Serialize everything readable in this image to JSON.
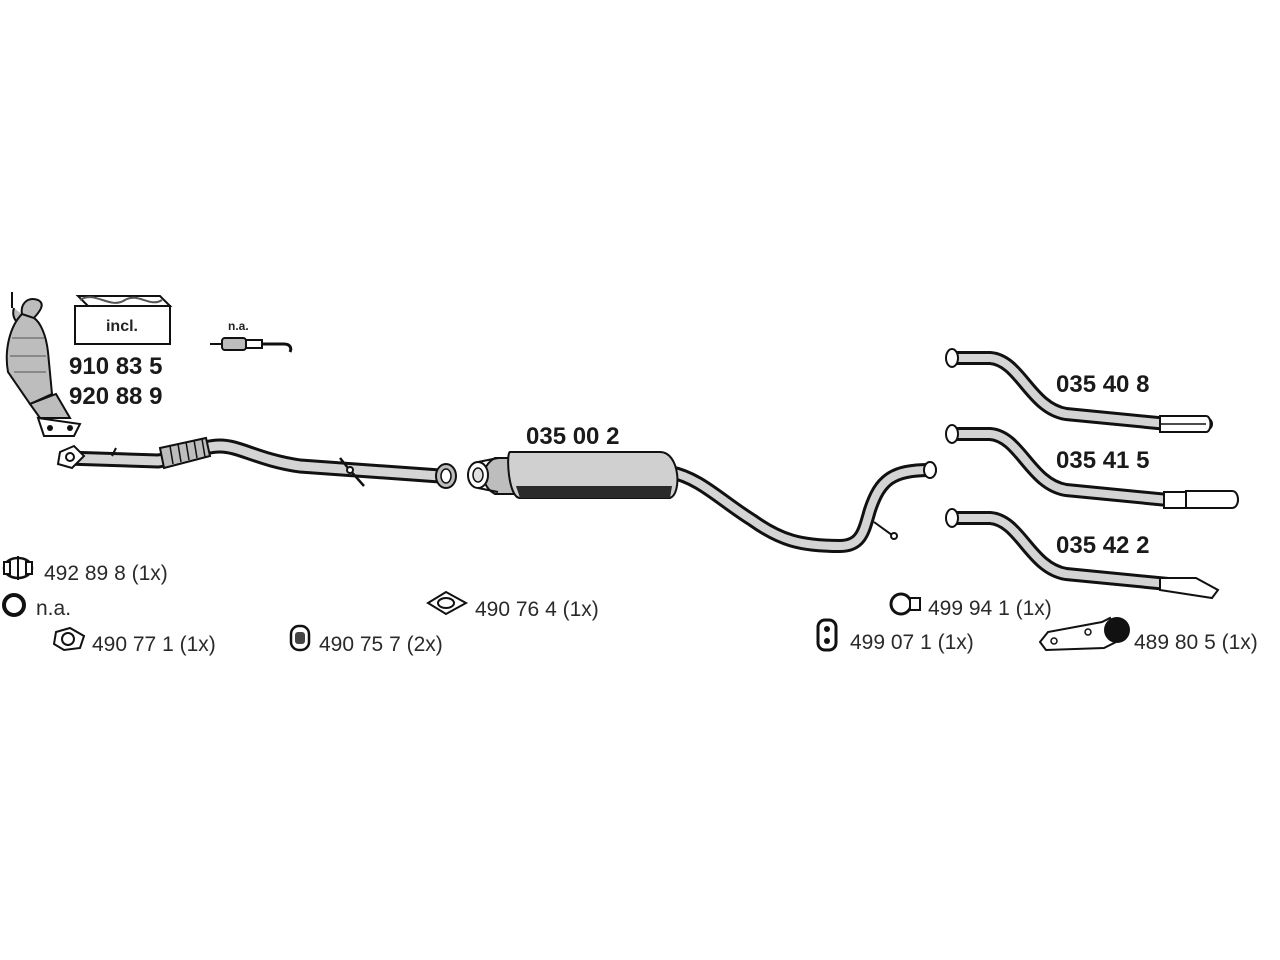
{
  "catalytic_converter": {
    "box_label": "incl.",
    "part_numbers": [
      "910 83 5",
      "920 88 9"
    ]
  },
  "sensor": {
    "label": "n.a."
  },
  "middle_silencer": {
    "part_number": "035 00 2"
  },
  "tail_pipes": [
    {
      "part_number": "035 40 8"
    },
    {
      "part_number": "035 41 5"
    },
    {
      "part_number": "035 42 2"
    }
  ],
  "accessories": [
    {
      "label": "492 89 8 (1x)",
      "icon": "clamp-icon"
    },
    {
      "label": "n.a.",
      "icon": "ring-gasket-icon"
    },
    {
      "label": "490 77 1 (1x)",
      "icon": "gasket-icon"
    },
    {
      "label": "490 75 7 (2x)",
      "icon": "rubber-mount-icon"
    },
    {
      "label": "490 76 4 (1x)",
      "icon": "flange-gasket-icon"
    },
    {
      "label": "499 94 1 (1x)",
      "icon": "pipe-clamp-icon"
    },
    {
      "label": "499 07 1 (1x)",
      "icon": "rubber-hanger-icon"
    },
    {
      "label": "489 80 5 (1x)",
      "icon": "mounting-bracket-icon"
    }
  ]
}
